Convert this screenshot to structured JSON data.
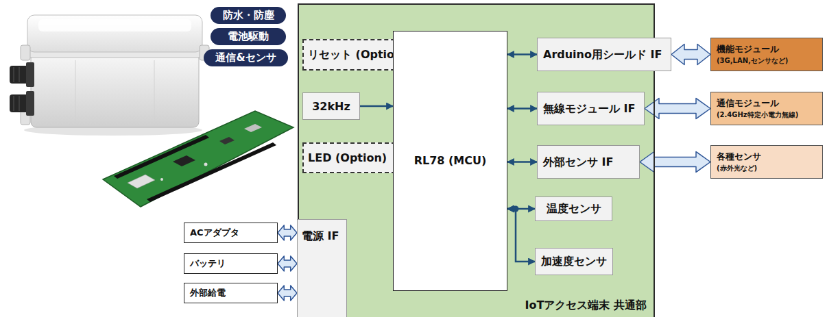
{
  "diagram": {
    "nodes": [
      {
        "text": [
          "防水・防塵"
        ]
      },
      {
        "text": [
          "電池駆動"
        ]
      },
      {
        "text": [
          "通信&センサ"
        ]
      },
      {
        "text": [
          "IoTアクセス端末 共通部"
        ]
      },
      {
        "text": [
          "リセット (Option)"
        ],
        "in": 3
      },
      {
        "text": [
          "32kHz"
        ],
        "in": 3
      },
      {
        "text": [
          "LED (Option)"
        ],
        "in": 3
      },
      {
        "text": [
          "RL78 (MCU)"
        ],
        "in": 3
      },
      {
        "text": [
          "Arduino用シールド IF"
        ],
        "in": 3
      },
      {
        "text": [
          "無線モジュール IF"
        ],
        "in": 3
      },
      {
        "text": [
          "外部センサ IF"
        ],
        "in": 3
      },
      {
        "text": [
          "温度センサ"
        ],
        "in": 3
      },
      {
        "text": [
          "加速度センサ"
        ],
        "in": 3
      },
      {
        "text": [
          "電源 IF"
        ],
        "in": 3
      },
      {
        "text": [
          "機能モジュール",
          "(3G,LAN,センサなど)"
        ]
      },
      {
        "text": [
          "通信モジュール",
          "(2.4GHz特定小電力無線)"
        ]
      },
      {
        "text": [
          "各種センサ",
          "(赤外光など)"
        ]
      },
      {
        "text": [
          "ACアダプタ"
        ]
      },
      {
        "text": [
          "バッテリ"
        ]
      },
      {
        "text": [
          "外部給電"
        ]
      }
    ],
    "edges": [
      {
        "from": 4,
        "to": 7,
        "arrow": "to"
      },
      {
        "from": 5,
        "to": 7,
        "arrow": "to"
      },
      {
        "from": 7,
        "to": 6,
        "arrow": "to"
      },
      {
        "from": 7,
        "to": 8,
        "arrow": "both"
      },
      {
        "from": 7,
        "to": 9,
        "arrow": "both"
      },
      {
        "from": 7,
        "to": 10,
        "arrow": "both"
      },
      {
        "from": 7,
        "to": 11,
        "arrow": "both"
      },
      {
        "from": 7,
        "to": 12,
        "arrow": "both"
      },
      {
        "from": 8,
        "to": 14,
        "arrow": "both"
      },
      {
        "from": 9,
        "to": 15,
        "arrow": "both"
      },
      {
        "from": 10,
        "to": 16,
        "arrow": "both"
      },
      {
        "from": 17,
        "to": 13,
        "arrow": "both"
      },
      {
        "from": 18,
        "to": 13,
        "arrow": "both"
      },
      {
        "from": 19,
        "to": 13,
        "arrow": "both"
      }
    ]
  }
}
